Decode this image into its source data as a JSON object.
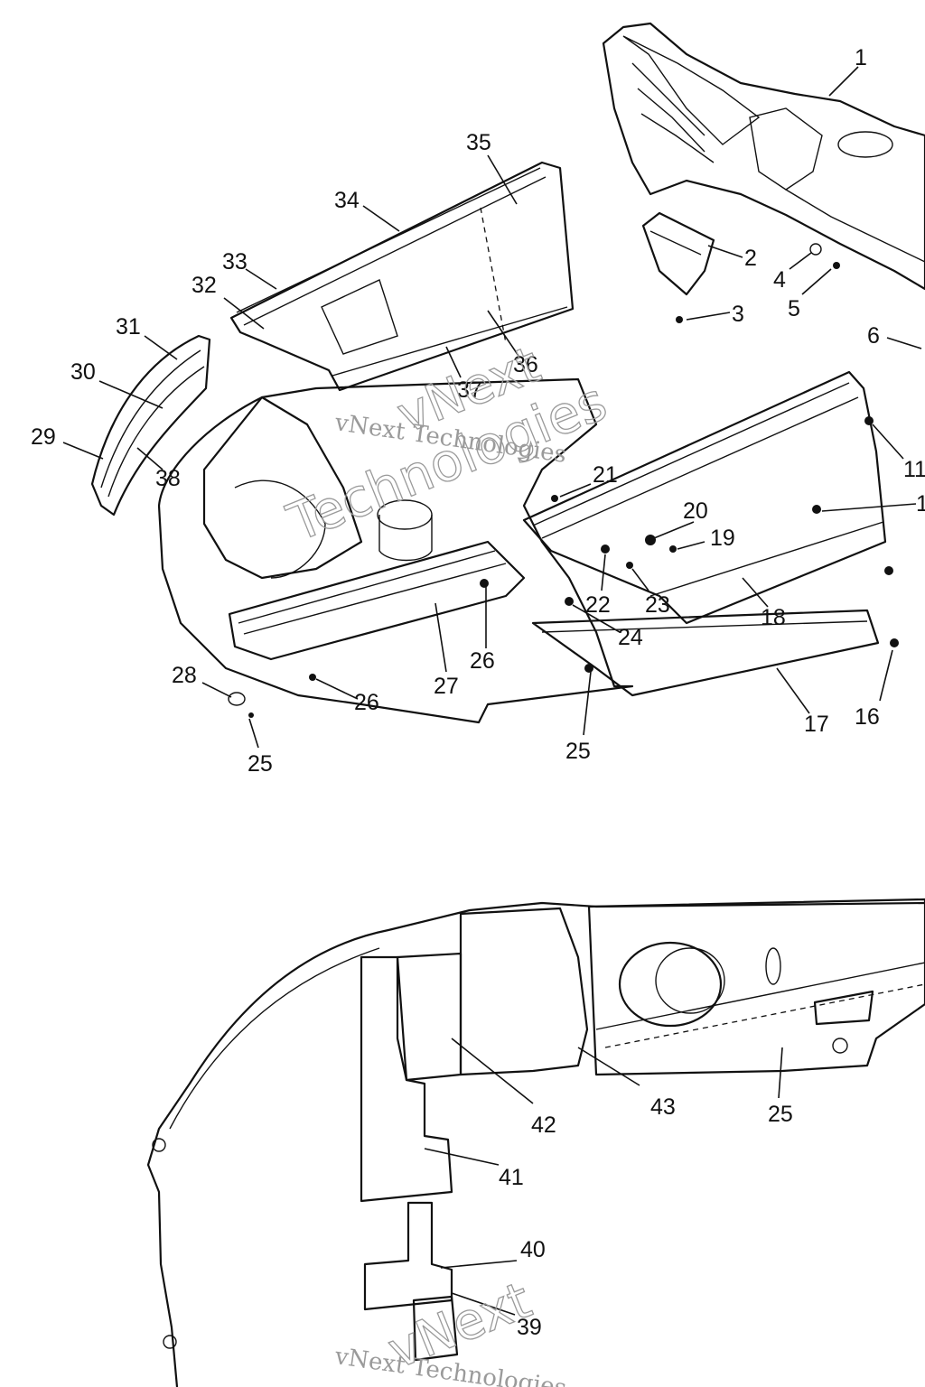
{
  "callouts": {
    "c1": "1",
    "c2": "2",
    "c3": "3",
    "c4": "4",
    "c5": "5",
    "c6": "6",
    "c11": "11",
    "c12": "1",
    "c16": "16",
    "c17": "17",
    "c18": "18",
    "c19": "19",
    "c20": "20",
    "c21": "21",
    "c22": "22",
    "c23": "23",
    "c24": "24",
    "c25a": "25",
    "c25b": "25",
    "c25c": "25",
    "c26a": "26",
    "c26b": "26",
    "c27": "27",
    "c28": "28",
    "c29": "29",
    "c30": "30",
    "c31": "31",
    "c32": "32",
    "c33": "33",
    "c34": "34",
    "c35": "35",
    "c36": "36",
    "c37": "37",
    "c38": "38",
    "c39": "39",
    "c40": "40",
    "c41": "41",
    "c42": "42",
    "c43": "43"
  },
  "watermark": {
    "company_line": "vNext Technologies",
    "brand_word": "vNext",
    "tech_word": "Technologies"
  }
}
